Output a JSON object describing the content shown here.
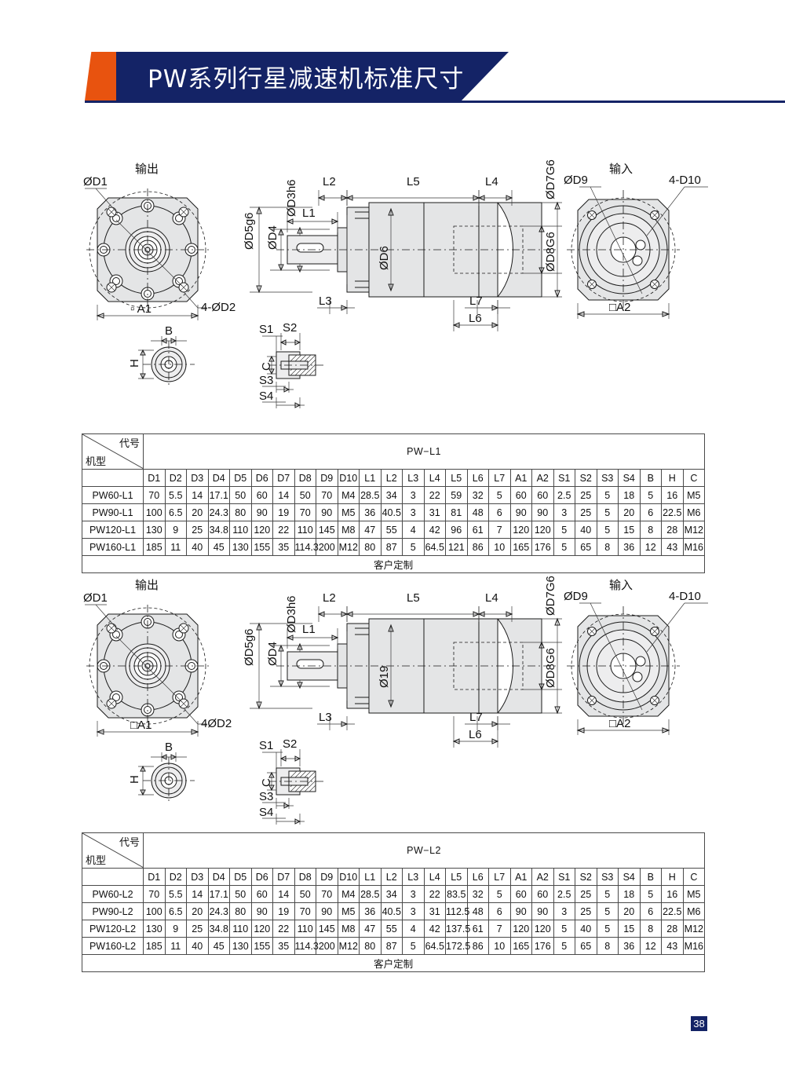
{
  "header": {
    "title": "PW系列行星减速机标准尺寸",
    "navy": "#142366",
    "orange": "#e8530f"
  },
  "drawings": [
    {
      "id": "drawing-l1",
      "output_label": "输出",
      "input_label": "输入",
      "front_view_labels": {
        "pcd": "ØD1",
        "bolt_holes": "4-ØD2",
        "square": "▫ A1"
      },
      "section_view_labels": {
        "shaft_dia_h6": "ØD3h6",
        "shaft_small": "ØD4",
        "pilot_g6": "ØD5g6",
        "body_dia": "ØD6",
        "input_pilot_g6": "ØD7G6",
        "input_bore_g6": "ØD8G6",
        "L1": "L1",
        "L2": "L2",
        "L3": "L3",
        "L4": "L4",
        "L5": "L5",
        "L6": "L6",
        "L7": "L7"
      },
      "rear_view_labels": {
        "pcd": "ØD9",
        "bolt_holes": "4-D10",
        "square": "□A2"
      },
      "detail_key_labels": {
        "B": "B",
        "H": "H"
      },
      "detail_clamp_labels": {
        "S1": "S1",
        "S2": "S2",
        "S3": "S3",
        "S4": "S4",
        "C": "C"
      }
    },
    {
      "id": "drawing-l2",
      "output_label": "输出",
      "input_label": "输入",
      "front_view_labels": {
        "pcd": "ØD1",
        "bolt_holes": "4ØD2",
        "square": "□A1"
      },
      "section_view_labels": {
        "shaft_dia_h6": "ØD3h6",
        "shaft_small": "ØD4",
        "pilot_g6": "ØD5g6",
        "body_dia": "Ø19",
        "input_pilot_g6": "ØD7G6",
        "input_bore_g6": "ØD8G6",
        "L1": "L1",
        "L2": "L2",
        "L3": "L3",
        "L4": "L4",
        "L5": "L5",
        "L6": "L6",
        "L7": "L7"
      },
      "rear_view_labels": {
        "pcd": "ØD9",
        "bolt_holes": "4-D10",
        "square": "□A2"
      },
      "detail_key_labels": {
        "B": "B",
        "H": "H"
      },
      "detail_clamp_labels": {
        "S1": "S1",
        "S2": "S2",
        "S3": "S3",
        "S4": "S4",
        "C": "C"
      }
    }
  ],
  "tables": [
    {
      "id": "table-pw-l1",
      "corner_top_right": "代号",
      "corner_bottom_left": "机型",
      "series_title": "PW−L1",
      "columns": [
        "D1",
        "D2",
        "D3",
        "D4",
        "D5",
        "D6",
        "D7",
        "D8",
        "D9",
        "D10",
        "L1",
        "L2",
        "L3",
        "L4",
        "L5",
        "L6",
        "L7",
        "A1",
        "A2",
        "S1",
        "S2",
        "S3",
        "S4",
        "B",
        "H",
        "C"
      ],
      "rows": [
        {
          "model": "PW60-L1",
          "values": [
            "70",
            "5.5",
            "14",
            "17.1",
            "50",
            "60",
            "14",
            "50",
            "70",
            "M4",
            "28.5",
            "34",
            "3",
            "22",
            "59",
            "32",
            "5",
            "60",
            "60",
            "2.5",
            "25",
            "5",
            "18",
            "5",
            "16",
            "M5"
          ]
        },
        {
          "model": "PW90-L1",
          "values": [
            "100",
            "6.5",
            "20",
            "24.3",
            "80",
            "90",
            "19",
            "70",
            "90",
            "M5",
            "36",
            "40.5",
            "3",
            "31",
            "81",
            "48",
            "6",
            "90",
            "90",
            "3",
            "25",
            "5",
            "20",
            "6",
            "22.5",
            "M6"
          ]
        },
        {
          "model": "PW120-L1",
          "values": [
            "130",
            "9",
            "25",
            "34.8",
            "110",
            "120",
            "22",
            "110",
            "145",
            "M8",
            "47",
            "55",
            "4",
            "42",
            "96",
            "61",
            "7",
            "120",
            "120",
            "5",
            "40",
            "5",
            "15",
            "8",
            "28",
            "M12"
          ]
        },
        {
          "model": "PW160-L1",
          "values": [
            "185",
            "11",
            "40",
            "45",
            "130",
            "155",
            "35",
            "114.3",
            "200",
            "M12",
            "80",
            "87",
            "5",
            "64.5",
            "121",
            "86",
            "10",
            "165",
            "176",
            "5",
            "65",
            "8",
            "36",
            "12",
            "43",
            "M16"
          ]
        }
      ],
      "footer": "客户定制"
    },
    {
      "id": "table-pw-l2",
      "corner_top_right": "代号",
      "corner_bottom_left": "机型",
      "series_title": "PW−L2",
      "columns": [
        "D1",
        "D2",
        "D3",
        "D4",
        "D5",
        "D6",
        "D7",
        "D8",
        "D9",
        "D10",
        "L1",
        "L2",
        "L3",
        "L4",
        "L5",
        "L6",
        "L7",
        "A1",
        "A2",
        "S1",
        "S2",
        "S3",
        "S4",
        "B",
        "H",
        "C"
      ],
      "rows": [
        {
          "model": "PW60-L2",
          "values": [
            "70",
            "5.5",
            "14",
            "17.1",
            "50",
            "60",
            "14",
            "50",
            "70",
            "M4",
            "28.5",
            "34",
            "3",
            "22",
            "83.5",
            "32",
            "5",
            "60",
            "60",
            "2.5",
            "25",
            "5",
            "18",
            "5",
            "16",
            "M5"
          ]
        },
        {
          "model": "PW90-L2",
          "values": [
            "100",
            "6.5",
            "20",
            "24.3",
            "80",
            "90",
            "19",
            "70",
            "90",
            "M5",
            "36",
            "40.5",
            "3",
            "31",
            "112.5",
            "48",
            "6",
            "90",
            "90",
            "3",
            "25",
            "5",
            "20",
            "6",
            "22.5",
            "M6"
          ]
        },
        {
          "model": "PW120-L2",
          "values": [
            "130",
            "9",
            "25",
            "34.8",
            "110",
            "120",
            "22",
            "110",
            "145",
            "M8",
            "47",
            "55",
            "4",
            "42",
            "137.5",
            "61",
            "7",
            "120",
            "120",
            "5",
            "40",
            "5",
            "15",
            "8",
            "28",
            "M12"
          ]
        },
        {
          "model": "PW160-L2",
          "values": [
            "185",
            "11",
            "40",
            "45",
            "130",
            "155",
            "35",
            "114.3",
            "200",
            "M12",
            "80",
            "87",
            "5",
            "64.5",
            "172.5",
            "86",
            "10",
            "165",
            "176",
            "5",
            "65",
            "8",
            "36",
            "12",
            "43",
            "M16"
          ]
        }
      ],
      "footer": "客户定制"
    }
  ],
  "page_number": "38"
}
